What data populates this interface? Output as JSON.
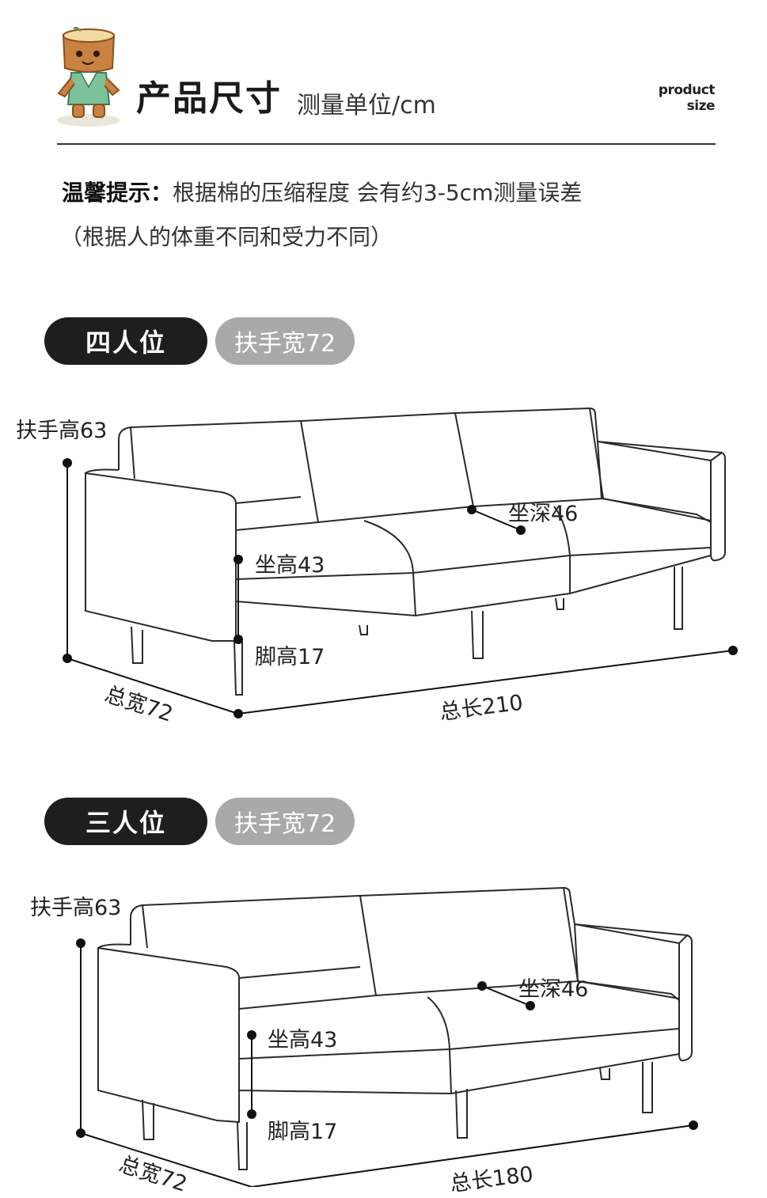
{
  "header": {
    "title": "产品尺寸",
    "unit": "测量单位/cm",
    "brand_line1": "product",
    "brand_line2": "size"
  },
  "tip": {
    "label": "温馨提示：",
    "text": "根据棉的压缩程度 会有约3-5cm测量误差",
    "note": "（根据人的体重不同和受力不同）"
  },
  "colors": {
    "badge_dark": "#1e1e1e",
    "badge_gray": "#a9a9a9",
    "line": "#222222"
  },
  "sections": [
    {
      "name": "四人位",
      "armrest_width": "扶手宽72",
      "armrest_height": "扶手高63",
      "seat_depth": "坐深46",
      "seat_height": "坐高43",
      "leg_height": "脚高17",
      "total_width": "总宽72",
      "total_length": "总长210"
    },
    {
      "name": "三人位",
      "armrest_width": "扶手宽72",
      "armrest_height": "扶手高63",
      "seat_depth": "坐深46",
      "seat_height": "坐高43",
      "leg_height": "脚高17",
      "total_width": "总宽72",
      "total_length": "总长180"
    }
  ]
}
